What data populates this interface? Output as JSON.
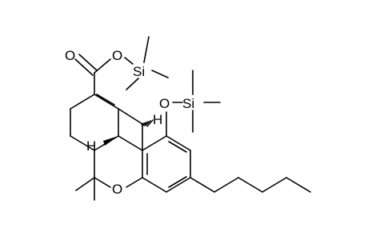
{
  "molecule": {
    "atom_labels": {
      "carbonyl_oxygen": "O",
      "ester_oxygen": "O",
      "ester_silicon": "Si",
      "ether_oxygen": "O",
      "ether_silicon": "Si",
      "ring_oxygen": "O",
      "stereo_h_top": "H",
      "stereo_h_left": "H"
    }
  }
}
